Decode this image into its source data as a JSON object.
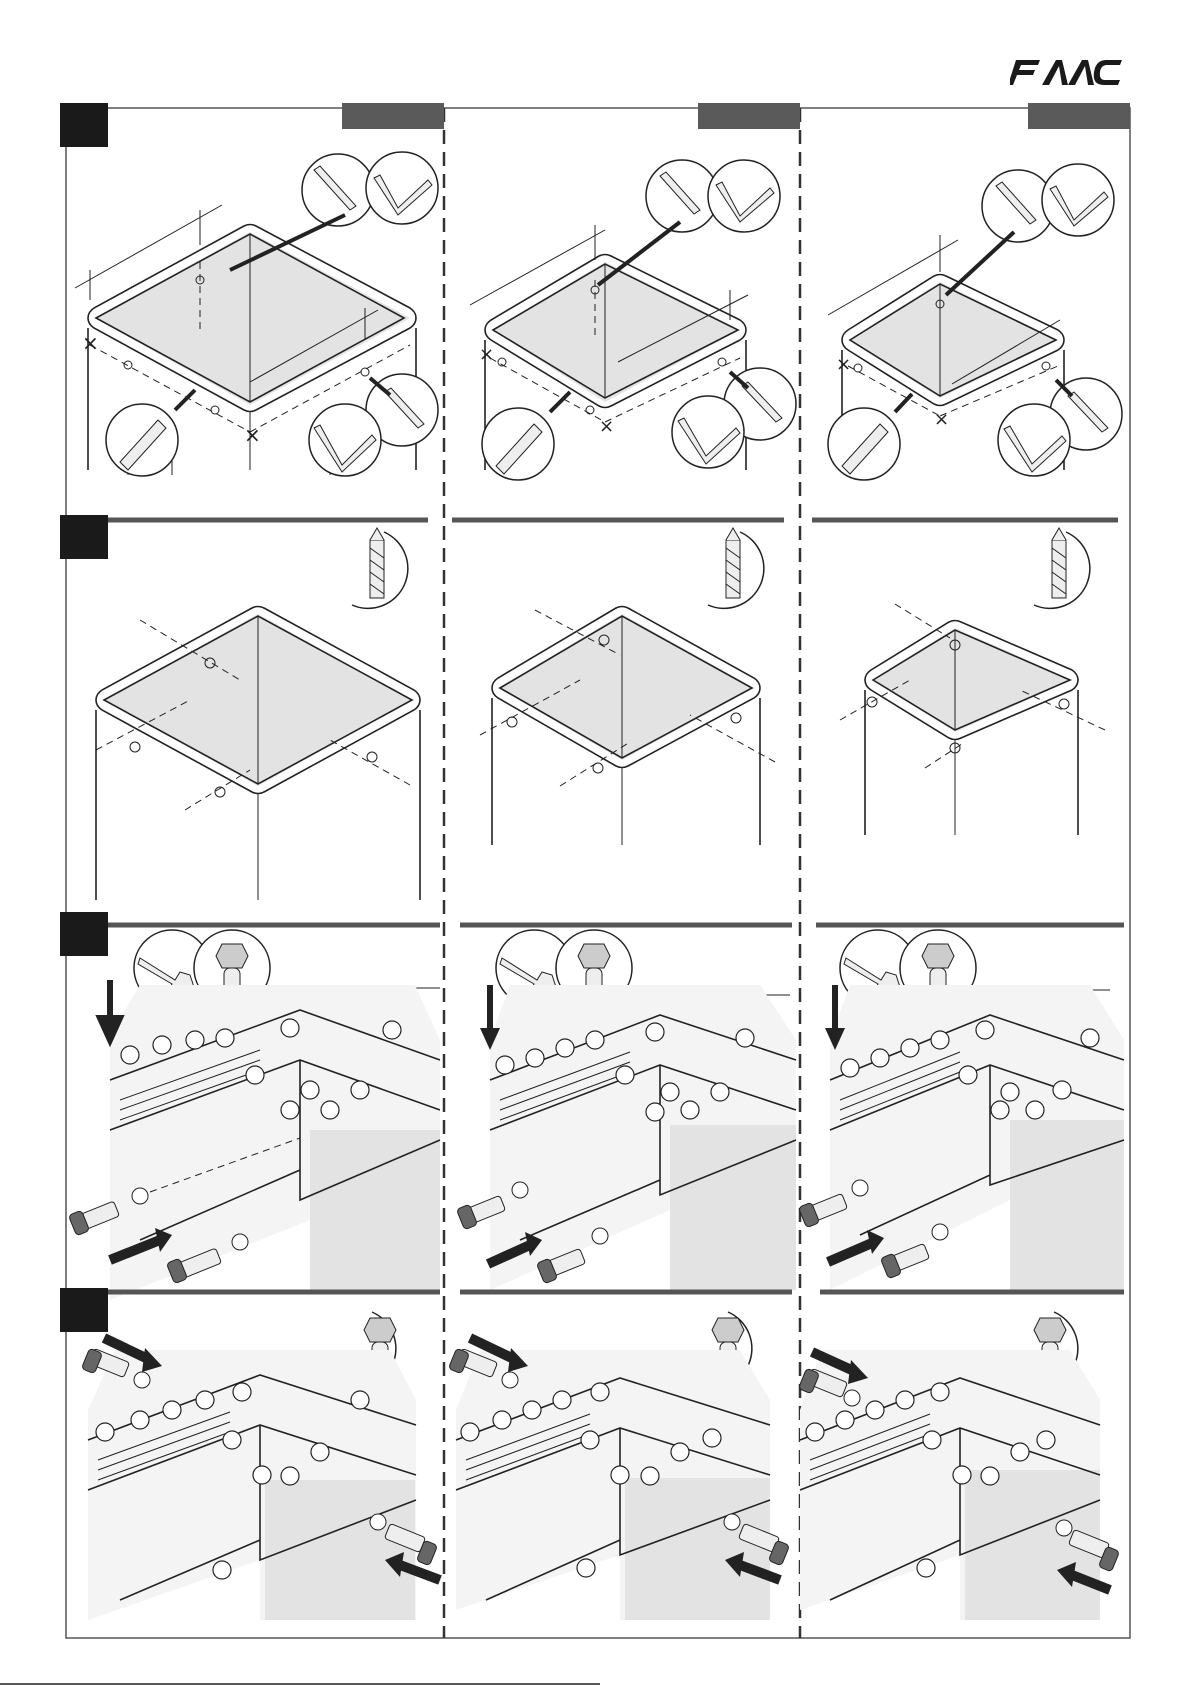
{
  "brand": {
    "logo_text": "FAAC",
    "logo_color": "#1a1a1a"
  },
  "colors": {
    "step_box": "#1a1a1a",
    "header_tab": "#5a5a5a",
    "frame": "#555555",
    "shade": "#e3e3e3"
  },
  "steps": [
    {
      "name": "marking",
      "tool_icons": [
        "pencil-icon",
        "square-icon",
        "pencil-icon",
        "square-icon",
        "marker-icon"
      ]
    },
    {
      "name": "drilling",
      "tool_icons": [
        "drill-bit-icon"
      ]
    },
    {
      "name": "bolting-plate",
      "tool_icons": [
        "wrench-icon",
        "hex-key-icon"
      ]
    },
    {
      "name": "tightening",
      "tool_icons": [
        "hex-key-icon"
      ]
    }
  ],
  "columns": 3
}
